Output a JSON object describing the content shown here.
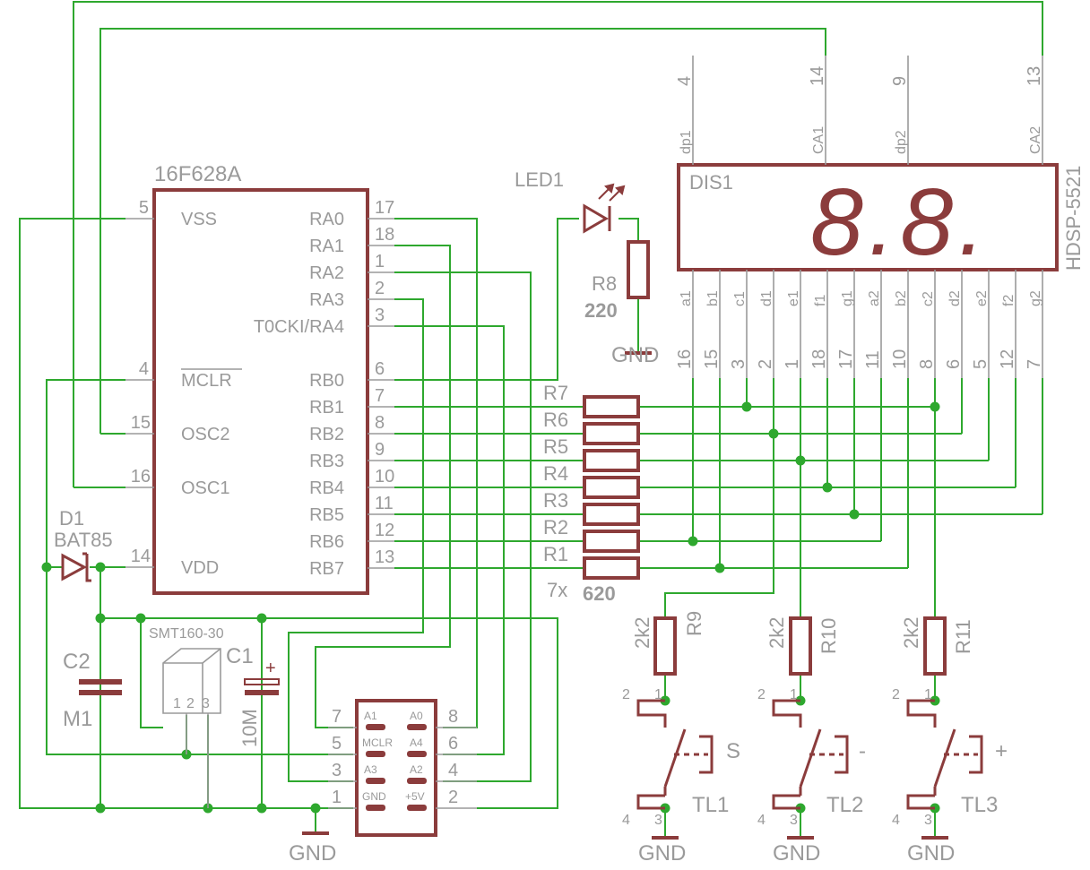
{
  "mcu": {
    "name": "16F628A",
    "left": [
      {
        "pin": "5",
        "name": "VSS"
      },
      {
        "pin": "4",
        "name": "MCLR"
      },
      {
        "pin": "15",
        "name": "OSC2"
      },
      {
        "pin": "16",
        "name": "OSC1"
      },
      {
        "pin": "14",
        "name": "VDD"
      }
    ],
    "right": [
      {
        "pin": "17",
        "name": "RA0"
      },
      {
        "pin": "18",
        "name": "RA1"
      },
      {
        "pin": "1",
        "name": "RA2"
      },
      {
        "pin": "2",
        "name": "RA3"
      },
      {
        "pin": "3",
        "name": "T0CKI/RA4"
      },
      {
        "pin": "6",
        "name": "RB0"
      },
      {
        "pin": "7",
        "name": "RB1"
      },
      {
        "pin": "8",
        "name": "RB2"
      },
      {
        "pin": "9",
        "name": "RB3"
      },
      {
        "pin": "10",
        "name": "RB4"
      },
      {
        "pin": "11",
        "name": "RB5"
      },
      {
        "pin": "12",
        "name": "RB6"
      },
      {
        "pin": "13",
        "name": "RB7"
      }
    ]
  },
  "display": {
    "ref": "DIS1",
    "part": "HDSP-5521",
    "digits": "8.8.",
    "top": [
      {
        "num": "4",
        "name": "dp1"
      },
      {
        "num": "14",
        "name": "CA1"
      },
      {
        "num": "9",
        "name": "dp2"
      },
      {
        "num": "13",
        "name": "CA2"
      }
    ],
    "bottom": [
      {
        "num": "16",
        "name": "a1"
      },
      {
        "num": "15",
        "name": "b1"
      },
      {
        "num": "3",
        "name": "c1"
      },
      {
        "num": "2",
        "name": "d1"
      },
      {
        "num": "1",
        "name": "e1"
      },
      {
        "num": "18",
        "name": "f1"
      },
      {
        "num": "17",
        "name": "g1"
      },
      {
        "num": "11",
        "name": "a2"
      },
      {
        "num": "10",
        "name": "b2"
      },
      {
        "num": "8",
        "name": "c2"
      },
      {
        "num": "6",
        "name": "d2"
      },
      {
        "num": "5",
        "name": "e2"
      },
      {
        "num": "12",
        "name": "f2"
      },
      {
        "num": "7",
        "name": "g2"
      }
    ]
  },
  "led": {
    "ref": "LED1"
  },
  "r8": {
    "ref": "R8",
    "value": "220"
  },
  "rows": {
    "resistors": [
      "R7",
      "R6",
      "R5",
      "R4",
      "R3",
      "R2",
      "R1"
    ],
    "count": "7x",
    "value": "620"
  },
  "pullups": [
    {
      "ref": "R9",
      "value": "2k2"
    },
    {
      "ref": "R10",
      "value": "2k2"
    },
    {
      "ref": "R11",
      "value": "2k2"
    }
  ],
  "buttons": [
    {
      "ref": "TL1",
      "label": "S"
    },
    {
      "ref": "TL2",
      "label": "-"
    },
    {
      "ref": "TL3",
      "label": "+"
    }
  ],
  "button_pins": {
    "p1": "1",
    "p2": "2",
    "p3": "3",
    "p4": "4"
  },
  "diode": {
    "ref": "D1",
    "part": "BAT85"
  },
  "c1": {
    "ref": "C1",
    "value": "10M",
    "polarity": "+"
  },
  "c2": {
    "ref": "C2",
    "value": "M1"
  },
  "sensor": {
    "part": "SMT160-30",
    "pins": [
      "1",
      "2",
      "3"
    ]
  },
  "header": {
    "rows": [
      {
        "ln": "7",
        "lp": "A1",
        "rp": "A0",
        "rn": "8"
      },
      {
        "ln": "5",
        "lp": "MCLR",
        "rp": "A4",
        "rn": "6"
      },
      {
        "ln": "3",
        "lp": "A3",
        "rp": "A2",
        "rn": "4"
      },
      {
        "ln": "1",
        "lp": "GND",
        "rp": "+5V",
        "rn": "2"
      }
    ]
  },
  "gnd": "GND",
  "colors": {
    "wire": "#2ea82e",
    "body": "#8b3c3c",
    "label": "#9a9a9a"
  }
}
